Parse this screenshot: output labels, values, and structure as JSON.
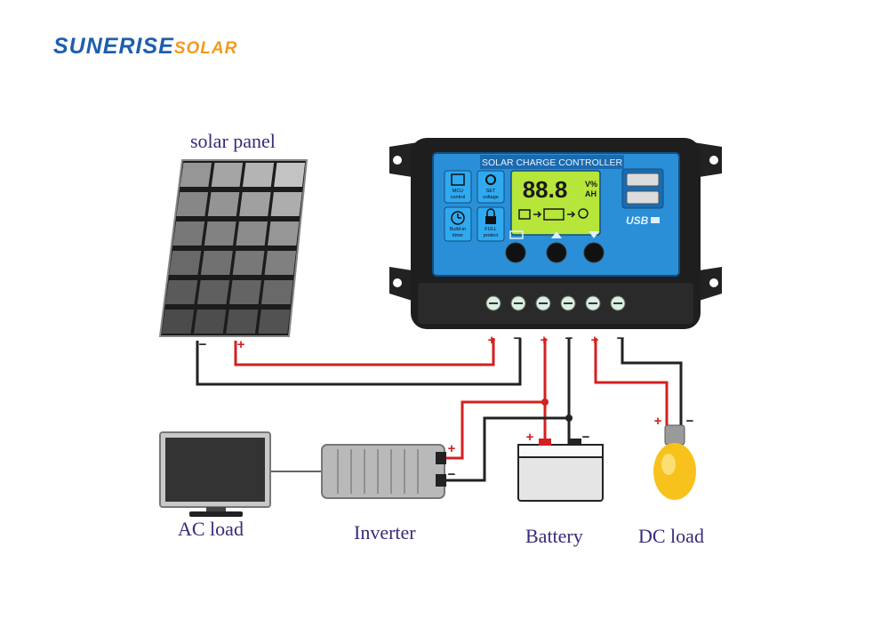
{
  "logo": {
    "brand": "SUNERISE",
    "suffix": "SOLAR"
  },
  "labels": {
    "solar_panel": "solar panel",
    "ac_load": "AC load",
    "inverter": "Inverter",
    "battery": "Battery",
    "dc_load": "DC load"
  },
  "controller": {
    "title": "SOLAR CHARGE CONTROLLER",
    "lcd_value": "88.8",
    "lcd_unit_top": "V%",
    "lcd_unit_bottom": "AH",
    "usb_label": "USB",
    "features": [
      {
        "line1": "MCU",
        "line2": "control"
      },
      {
        "line1": "SET",
        "line2": "voltage"
      },
      {
        "line1": "Build-in",
        "line2": "timer"
      },
      {
        "line1": "FULL",
        "line2": "protect"
      }
    ]
  },
  "polarity": {
    "plus": "+",
    "minus": "−"
  },
  "colors": {
    "positive_wire": "#d42020",
    "negative_wire": "#222222",
    "controller_panel": "#2a8fd6",
    "lcd": "#b6e63a"
  }
}
